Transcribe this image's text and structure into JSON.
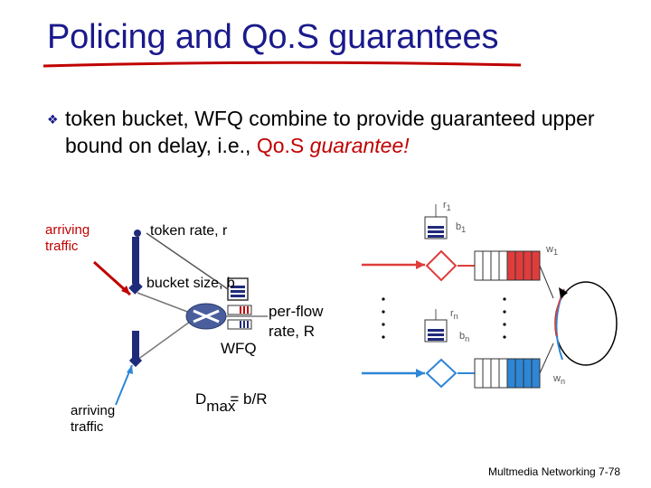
{
  "slide": {
    "title": "Policing and Qo.S guarantees",
    "bullet": {
      "text_before": "token bucket, WFQ combine to provide guaranteed upper bound on delay, i.e., ",
      "highlight_qos": "Qo.S",
      "highlight_guarantee": "guarantee!"
    },
    "footer": "Multmedia Networking 7-78"
  },
  "diagram": {
    "arriving_traffic_top_line1": "arriving",
    "arriving_traffic_top_line2": "traffic",
    "token_rate": "token rate, r",
    "bucket_size": "bucket size, b",
    "per_flow_line1": "per-flow",
    "per_flow_line2": "rate, R",
    "wfq": "WFQ",
    "arriving_traffic_bottom_line1": "arriving",
    "arriving_traffic_bottom_line2": "traffic",
    "dmax_D": "D",
    "dmax_sub": "max",
    "dmax_eq": "= b/R",
    "r1_r": "r",
    "r1_sub": "1",
    "b1_b": "b",
    "b1_sub": "1",
    "w1_w": "w",
    "w1_sub": "1",
    "rn_r": "r",
    "rn_sub": "n",
    "bn_b": "b",
    "bn_sub": "n",
    "wn_w": "w",
    "wn_sub": "n"
  },
  "colors": {
    "title": "#1a1a8c",
    "accent_red": "#c00000",
    "flow_red": "#e03c3c",
    "flow_blue": "#2e86d6",
    "pipe_blue": "#1e2a7a"
  }
}
